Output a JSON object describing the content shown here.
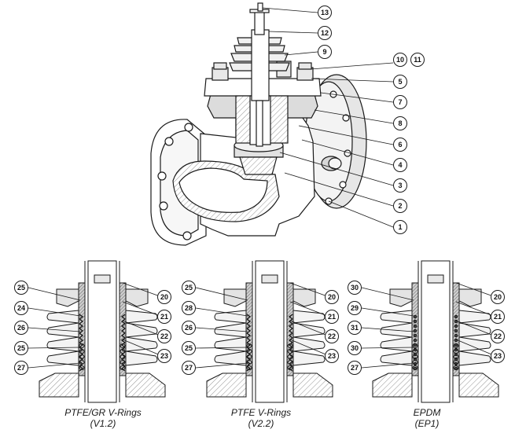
{
  "valve": {
    "callouts": [
      "13",
      "12",
      "9",
      "10",
      "11",
      "5",
      "7",
      "8",
      "6",
      "4",
      "3",
      "2",
      "1"
    ]
  },
  "packings": [
    {
      "caption_line1": "PTFE/GR V-Rings",
      "caption_line2": "(V1.2)",
      "left_callouts": [
        "25",
        "24",
        "26",
        "25",
        "27"
      ],
      "right_callouts": [
        "20",
        "21",
        "22",
        "23"
      ]
    },
    {
      "caption_line1": "PTFE V-Rings",
      "caption_line2": "(V2.2)",
      "left_callouts": [
        "25",
        "28",
        "26",
        "25",
        "27"
      ],
      "right_callouts": [
        "20",
        "21",
        "22",
        "23"
      ]
    },
    {
      "caption_line1": "EPDM",
      "caption_line2": "(EP1)",
      "left_callouts": [
        "30",
        "29",
        "31",
        "30",
        "27"
      ],
      "right_callouts": [
        "20",
        "21",
        "22",
        "23"
      ]
    }
  ]
}
